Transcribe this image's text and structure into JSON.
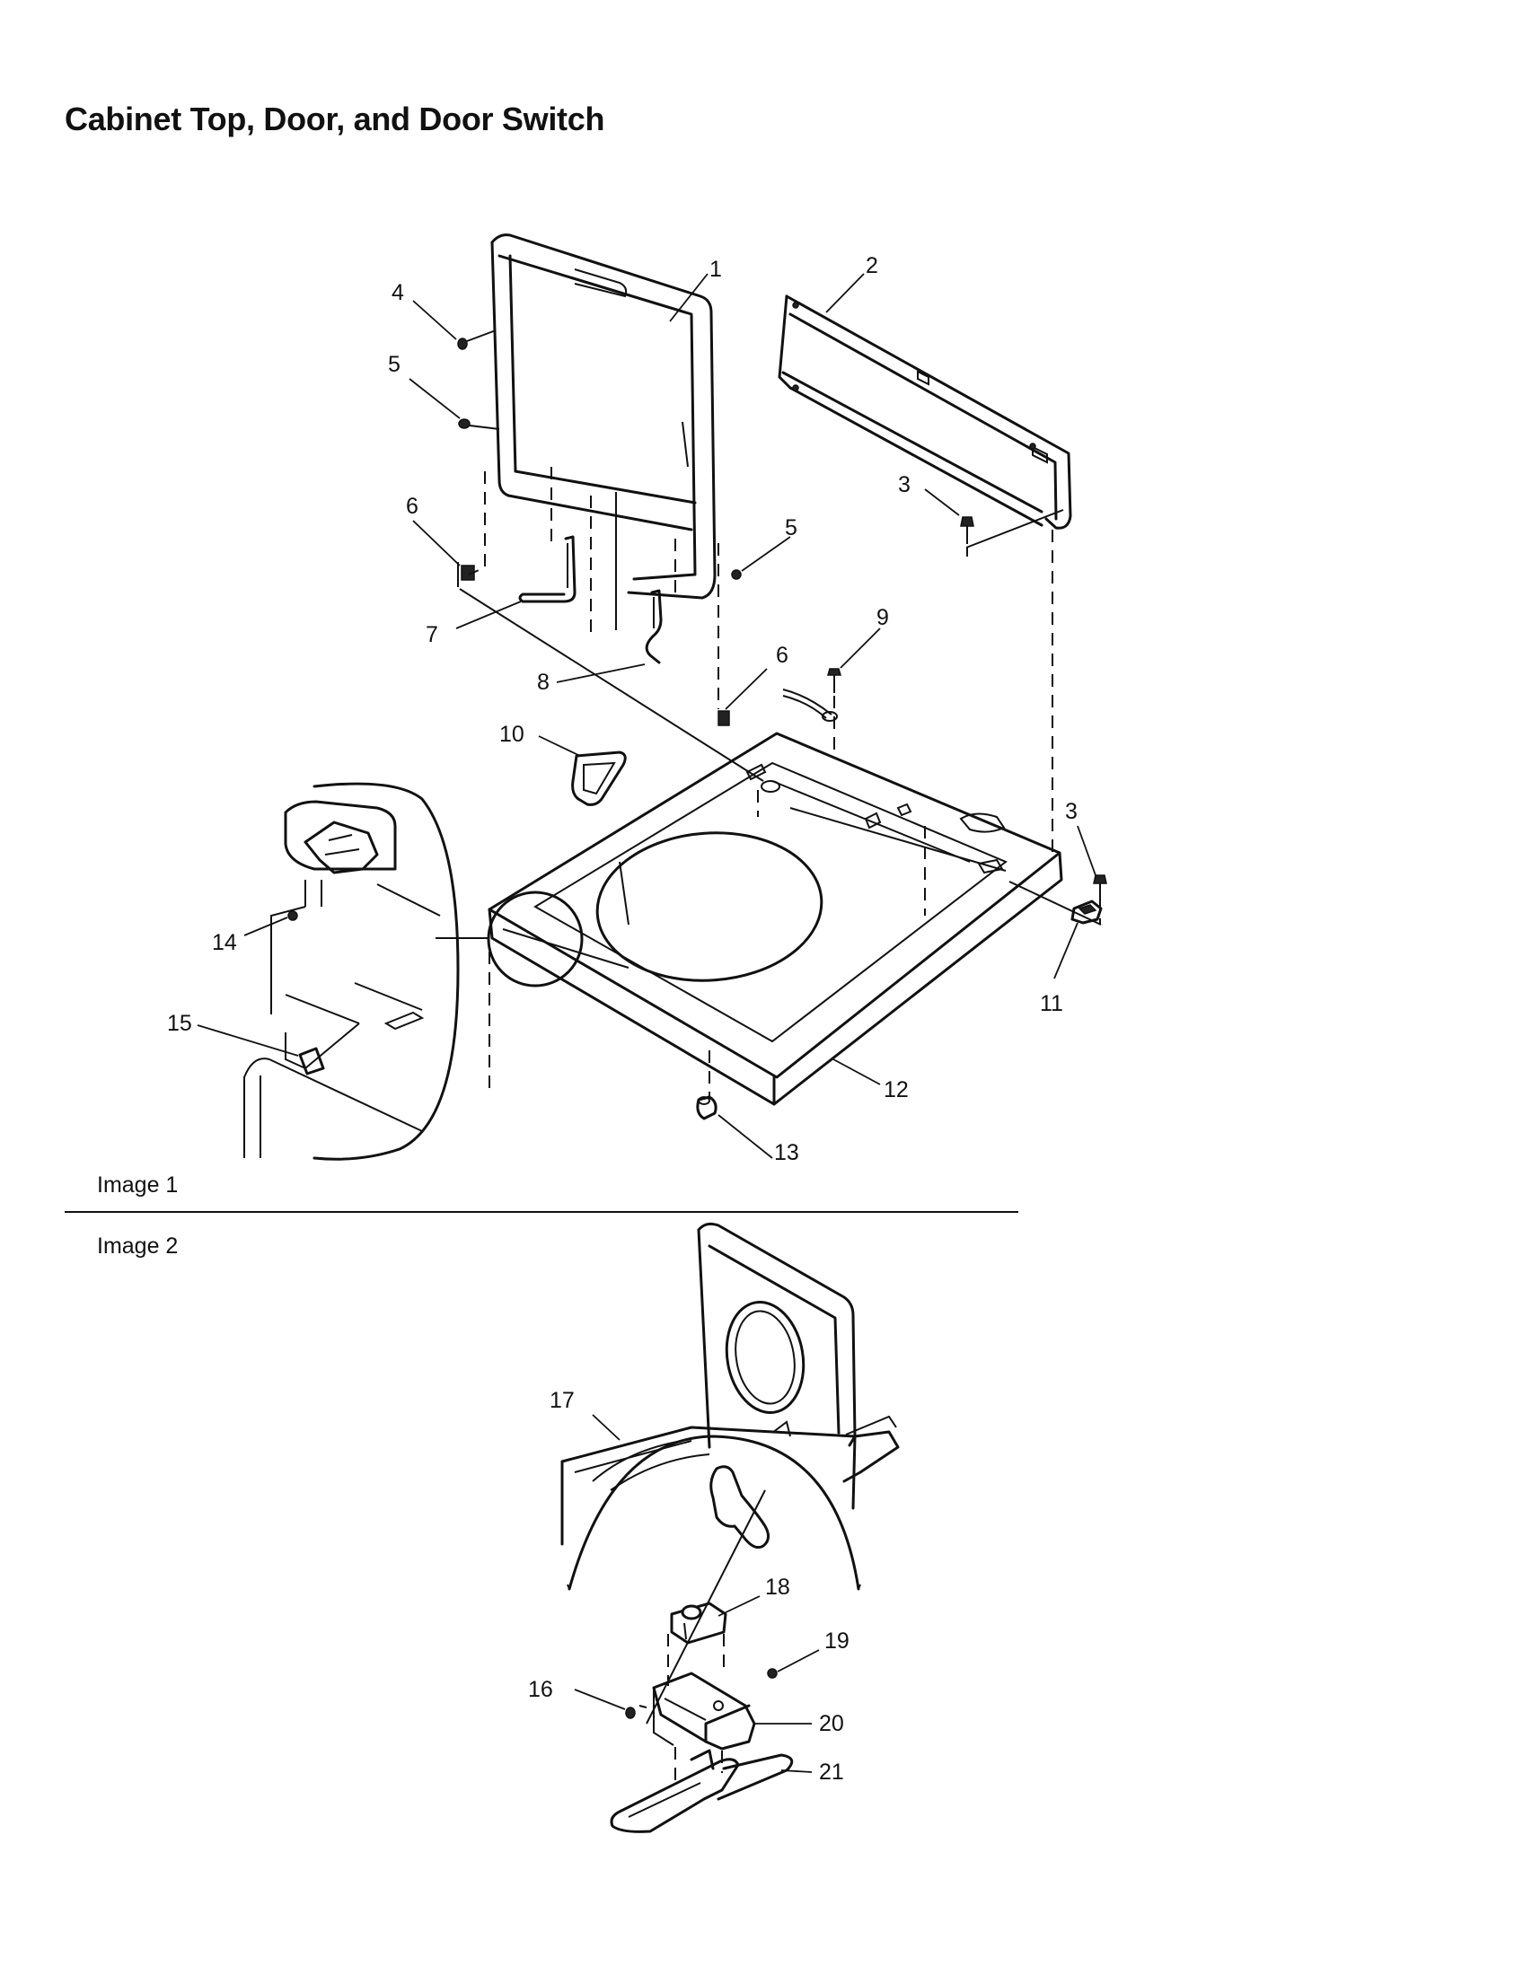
{
  "title": "Cabinet Top, Door, and Door Switch",
  "images": [
    {
      "label": "Image 1"
    },
    {
      "label": "Image 2"
    }
  ],
  "callouts": {
    "c1": "1",
    "c2": "2",
    "c3a": "3",
    "c3b": "3",
    "c4": "4",
    "c5a": "5",
    "c5b": "5",
    "c6a": "6",
    "c6b": "6",
    "c7": "7",
    "c8": "8",
    "c9": "9",
    "c10": "10",
    "c11": "11",
    "c12": "12",
    "c13": "13",
    "c14": "14",
    "c15": "15",
    "c16": "16",
    "c17": "17",
    "c18": "18",
    "c19": "19",
    "c20": "20",
    "c21": "21"
  }
}
